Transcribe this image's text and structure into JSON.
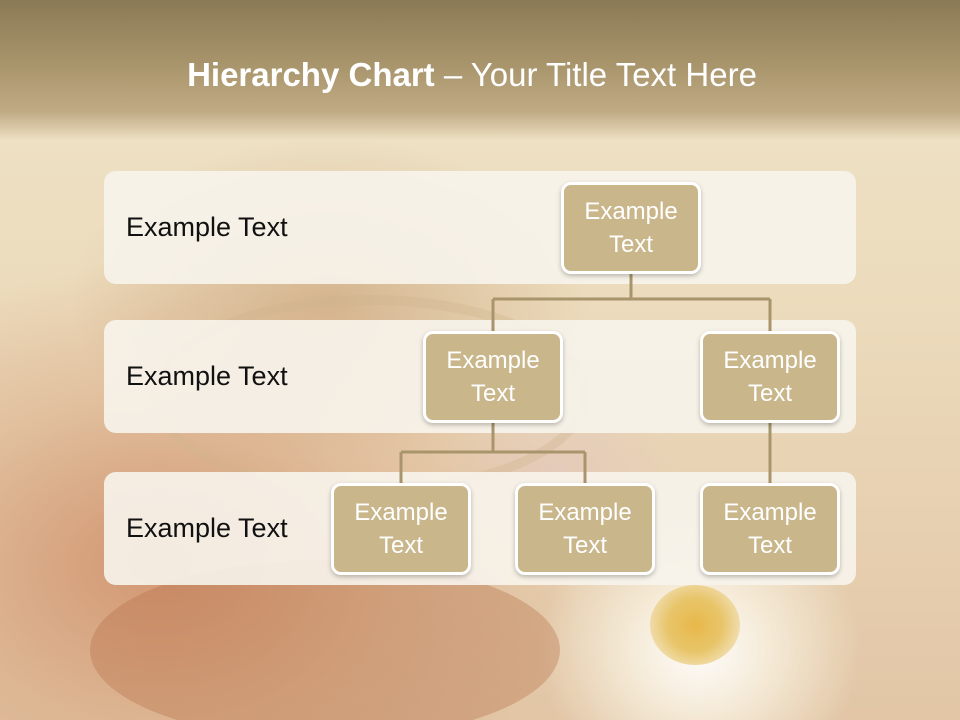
{
  "title": {
    "bold": "Hierarchy Chart",
    "rest": " – Your Title Text Here"
  },
  "rows": [
    {
      "label": "Example Text"
    },
    {
      "label": "Example Text"
    },
    {
      "label": "Example Text"
    }
  ],
  "nodes": {
    "top": "Example Text",
    "mid_left": "Example Text",
    "mid_right": "Example Text",
    "bottom_left": "Example Text",
    "bottom_center": "Example Text",
    "bottom_right": "Example Text"
  },
  "colors": {
    "node_fill": "#c9b68a",
    "node_border": "#ffffff",
    "connector": "#a8956b",
    "row_band": "#f7f4ec",
    "title_band": "#a8946b",
    "title_text": "#ffffff"
  }
}
